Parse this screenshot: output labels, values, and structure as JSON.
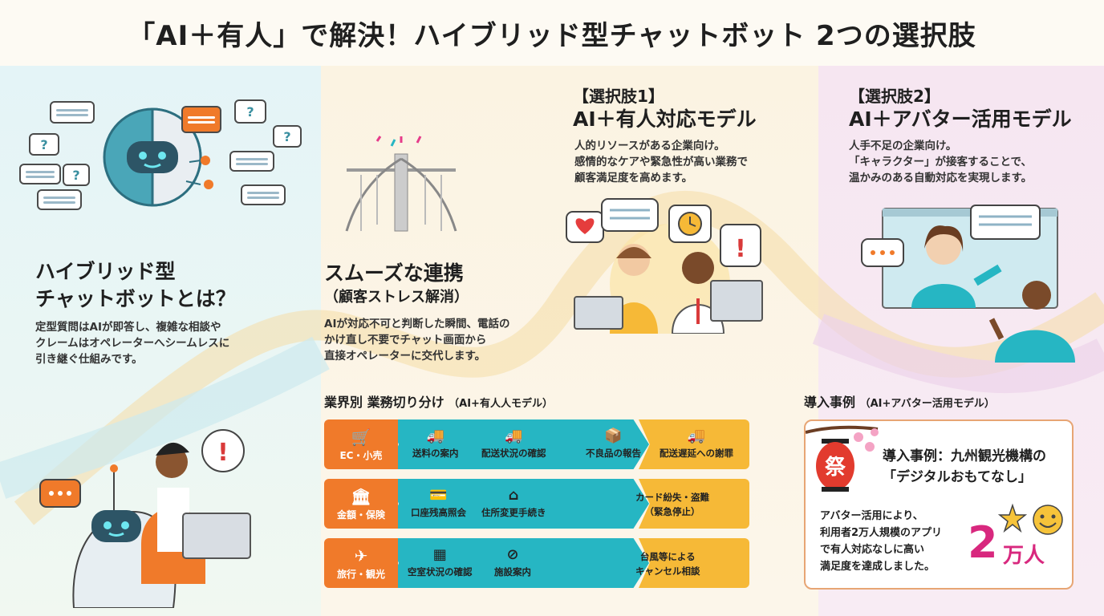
{
  "title": "「AI＋有人」で解決！ハイブリッド型チャットボット 2つの選択肢",
  "left": {
    "heading_line1": "ハイブリッド型",
    "heading_line2": "チャットボットとは？",
    "body_line1": "定型質問はAIが即答し、複雑な相談や",
    "body_line2": "クレームはオペレーターへシームレスに",
    "body_line3": "引き継ぐ仕組みです。"
  },
  "middle": {
    "heading": "スムーズな連携",
    "subheading": "（顧客ストレス解消）",
    "body_line1": "AIが対応不可と判断した瞬間、電話の",
    "body_line2": "かけ直し不要でチャット画面から",
    "body_line3": "直接オペレーターに交代します。"
  },
  "option1": {
    "label": "【選択肢1】",
    "heading": "AI＋有人対応モデル",
    "body_line1": "人的リソースがある企業向け。",
    "body_line2": "感情的なケアや緊急性が高い業務で",
    "body_line3": "顧客満足度を高めます。"
  },
  "option2": {
    "label": "【選択肢2】",
    "heading": "AI＋アバター活用モデル",
    "body_line1": "人手不足の企業向け。",
    "body_line2": "「キャラクター」が接客することで、",
    "body_line3": "温かみのある自動対応を実現します。"
  },
  "industry": {
    "title": "業界別 業務切り分け",
    "title_note": "（AI+有人人モデル）",
    "rows": [
      {
        "category": "EC・小売",
        "cat_icon": "cart-icon",
        "ai1": "送料の案内",
        "ai1_icon": "truck-icon",
        "ai2": "配送状況の確認",
        "ai2_icon": "truck-icon",
        "human1": "不良品の報告",
        "human1_icon": "box-icon",
        "human2": "配送遅延への謝罪",
        "human2_icon": "truck-icon"
      },
      {
        "category": "金額・保険",
        "cat_icon": "bank-icon",
        "ai1": "口座残高照会",
        "ai1_icon": "card-icon",
        "ai2": "住所変更手続き",
        "ai2_icon": "house-icon",
        "human1": "カード紛失・盗難",
        "human2": "（緊急停止）"
      },
      {
        "category": "旅行・観光",
        "cat_icon": "plane-icon",
        "ai1": "空室状況の確認",
        "ai1_icon": "building-icon",
        "ai2": "施設案内",
        "ai2_icon": "compass-icon",
        "human1": "台風等による",
        "human2": "キャンセル相談"
      }
    ]
  },
  "case": {
    "title": "導入事例",
    "title_note": "（AI+アバター活用モデル）",
    "lantern_char": "祭",
    "head_line1": "導入事例：九州観光機構の",
    "head_line2": "「デジタルおもてなし」",
    "body_line1": "アバター活用により、",
    "body_line2": "利用者2万人規模のアプリ",
    "body_line3": "で有人対応なしに高い",
    "body_line4": "満足度を達成しました。",
    "big_number": "2",
    "big_unit": "万人"
  },
  "colors": {
    "orange": "#f07a2a",
    "teal": "#26b6c3",
    "yellow": "#f6b937",
    "pink": "#d8287e"
  }
}
